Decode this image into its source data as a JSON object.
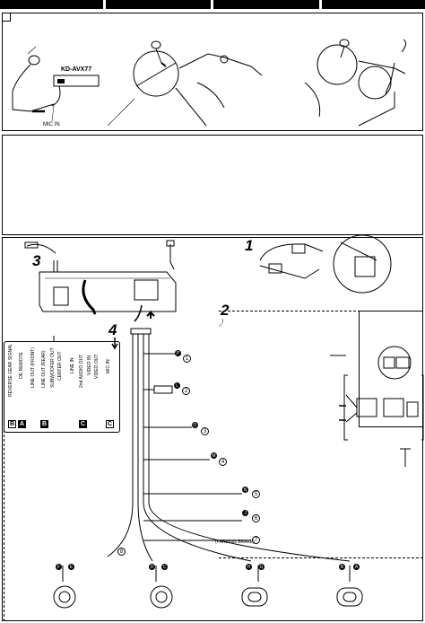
{
  "top_section": {
    "model_label": "KD-AVX77",
    "mic_in_label": "MIC IN"
  },
  "diagram": {
    "step_numbers": [
      "1",
      "2",
      "3",
      "4"
    ],
    "output_labels": [
      "REVERSE GEAR SIGNAL",
      "OE REMOTE",
      "LINE OUT (FRONT)",
      "LINE OUT (REAR)",
      "SUBWOOFER OUT",
      "CENTER OUT",
      "LINE IN",
      "2nd AUDIO OUT",
      "VIDEO IN",
      "VIDEO OUT",
      "MIC IN"
    ],
    "connector_letters": [
      "B",
      "A",
      "B",
      "C",
      "C"
    ],
    "wire_labels": [
      "P",
      "L",
      "O",
      "M",
      "N",
      "J"
    ],
    "wire_numbers": [
      "1",
      "2",
      "3",
      "4",
      "5",
      "6",
      "7",
      "8"
    ],
    "parking_brake_label": "(PARKING BRAKE)",
    "speaker_labels": [
      {
        "left": "F",
        "right": "E"
      },
      {
        "left": "D",
        "right": "C"
      },
      {
        "left": "H",
        "right": "G"
      },
      {
        "left": "B",
        "right": "A"
      }
    ]
  }
}
